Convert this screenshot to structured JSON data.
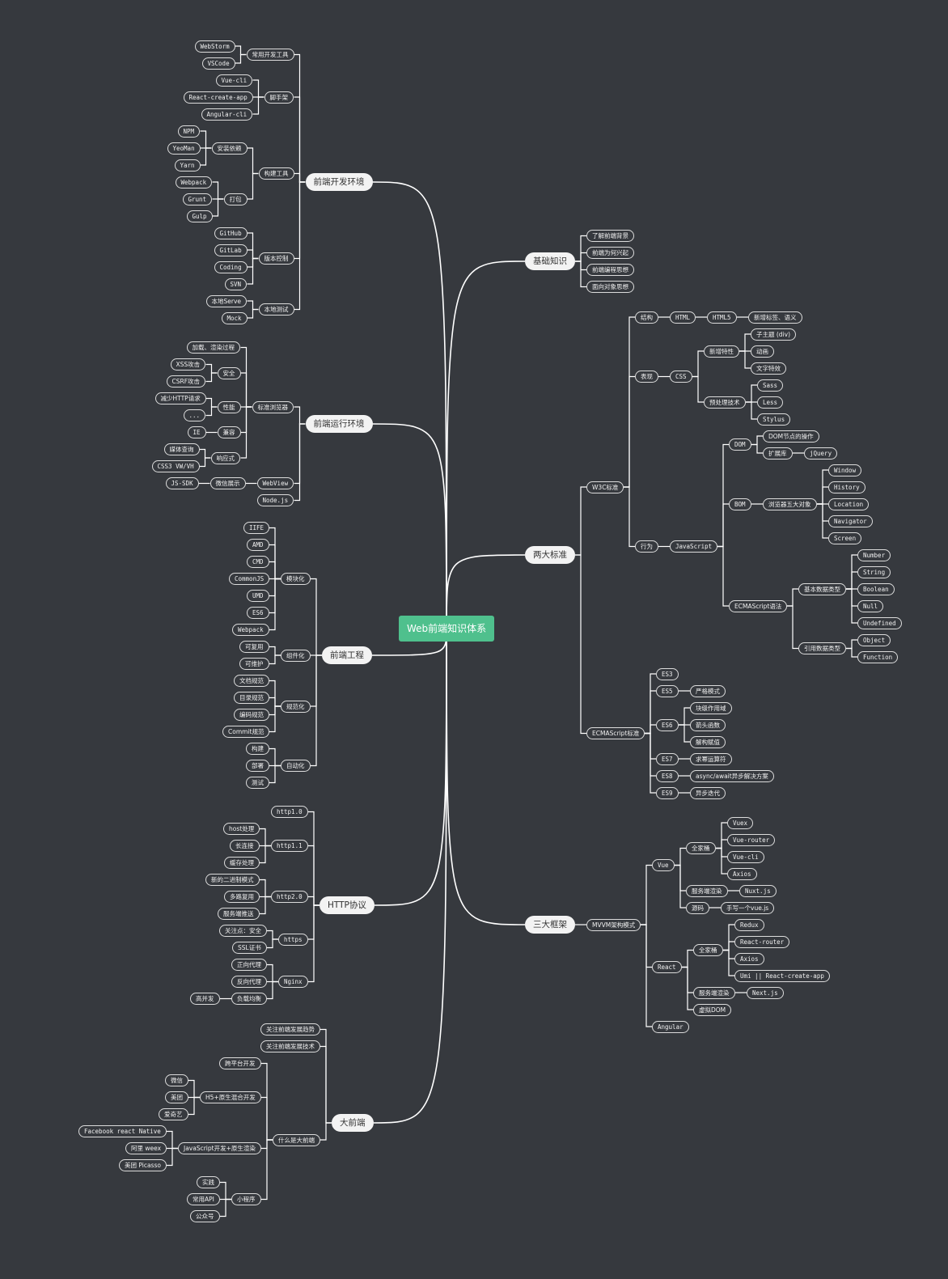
{
  "root": "Web前端知识体系",
  "colors": {
    "background": "#36393e",
    "root": "#4fc08d",
    "main_node": "#f3f3f3",
    "line": "#ffffff"
  },
  "branches": [
    {
      "label": "前端开发环境",
      "children": [
        {
          "label": "常用开发工具",
          "children": [
            {
              "label": "WebStorm"
            },
            {
              "label": "VSCode"
            }
          ]
        },
        {
          "label": "脚手架",
          "children": [
            {
              "label": "Vue-cli"
            },
            {
              "label": "React-create-app"
            },
            {
              "label": "Angular-cli"
            }
          ]
        },
        {
          "label": "构建工具",
          "children": [
            {
              "label": "安装依赖",
              "children": [
                {
                  "label": "NPM"
                },
                {
                  "label": "YeoMan"
                },
                {
                  "label": "Yarn"
                }
              ]
            },
            {
              "label": "打包",
              "children": [
                {
                  "label": "Webpack"
                },
                {
                  "label": "Grunt"
                },
                {
                  "label": "Gulp"
                }
              ]
            }
          ]
        },
        {
          "label": "版本控制",
          "children": [
            {
              "label": "GitHub"
            },
            {
              "label": "GitLab"
            },
            {
              "label": "Coding"
            },
            {
              "label": "SVN"
            }
          ]
        },
        {
          "label": "本地测试",
          "children": [
            {
              "label": "本地Serve"
            },
            {
              "label": "Mock"
            }
          ]
        }
      ]
    },
    {
      "label": "前端运行环境",
      "children": [
        {
          "label": "标准浏览器",
          "children": [
            {
              "label": "加载、渲染过程"
            },
            {
              "label": "安全",
              "children": [
                {
                  "label": "XSS攻击"
                },
                {
                  "label": "CSRF攻击"
                }
              ]
            },
            {
              "label": "性能",
              "children": [
                {
                  "label": "减少HTTP请求"
                },
                {
                  "label": "..."
                }
              ]
            },
            {
              "label": "兼容",
              "children": [
                {
                  "label": "IE"
                }
              ]
            },
            {
              "label": "响应式",
              "children": [
                {
                  "label": "媒体查询"
                },
                {
                  "label": "CSS3 VW/VH"
                }
              ]
            }
          ]
        },
        {
          "label": "WebView",
          "children": [
            {
              "label": "微信展示",
              "children": [
                {
                  "label": "JS-SDK"
                }
              ]
            }
          ]
        },
        {
          "label": "Node.js"
        }
      ]
    },
    {
      "label": "前端工程",
      "children": [
        {
          "label": "模块化",
          "children": [
            {
              "label": "IIFE"
            },
            {
              "label": "AMD"
            },
            {
              "label": "CMD"
            },
            {
              "label": "CommonJS"
            },
            {
              "label": "UMD"
            },
            {
              "label": "ES6"
            },
            {
              "label": "Webpack"
            }
          ]
        },
        {
          "label": "组件化",
          "children": [
            {
              "label": "可复用"
            },
            {
              "label": "可维护"
            }
          ]
        },
        {
          "label": "规范化",
          "children": [
            {
              "label": "文档规范"
            },
            {
              "label": "目录规范"
            },
            {
              "label": "编码规范"
            },
            {
              "label": "Commit规范"
            }
          ]
        },
        {
          "label": "自动化",
          "children": [
            {
              "label": "构建"
            },
            {
              "label": "部署"
            },
            {
              "label": "测试"
            }
          ]
        }
      ]
    },
    {
      "label": "HTTP协议",
      "children": [
        {
          "label": "http1.0"
        },
        {
          "label": "http1.1",
          "children": [
            {
              "label": "host处理"
            },
            {
              "label": "长连接"
            },
            {
              "label": "缓存处理"
            }
          ]
        },
        {
          "label": "http2.0",
          "children": [
            {
              "label": "新的二进制模式"
            },
            {
              "label": "多路复用"
            },
            {
              "label": "服务端推送"
            }
          ]
        },
        {
          "label": "https",
          "children": [
            {
              "label": "关注点：安全"
            },
            {
              "label": "SSL证书"
            }
          ]
        },
        {
          "label": "Nginx",
          "children": [
            {
              "label": "正向代理"
            },
            {
              "label": "反向代理"
            },
            {
              "label": "负载均衡",
              "children": [
                {
                  "label": "高并发"
                }
              ]
            }
          ]
        }
      ]
    },
    {
      "label": "大前端",
      "children": [
        {
          "label": "关注前端发展趋势"
        },
        {
          "label": "关注前端发展技术"
        },
        {
          "label": "什么是大前端",
          "children": [
            {
              "label": "跨平台开发"
            },
            {
              "label": "H5+原生混合开发",
              "children": [
                {
                  "label": "微信"
                },
                {
                  "label": "美团"
                },
                {
                  "label": "爱奇艺"
                }
              ]
            },
            {
              "label": "JavaScript开发+原生渲染",
              "children": [
                {
                  "label": "Facebook react Native"
                },
                {
                  "label": "阿里 weex"
                },
                {
                  "label": "美团 Picasso"
                }
              ]
            },
            {
              "label": "小程序",
              "children": [
                {
                  "label": "实践"
                },
                {
                  "label": "常用API"
                },
                {
                  "label": "公众号"
                }
              ]
            }
          ]
        }
      ]
    },
    {
      "label": "基础知识",
      "children": [
        {
          "label": "了解前端背景"
        },
        {
          "label": "前端为何兴起"
        },
        {
          "label": "前端编程思想"
        },
        {
          "label": "面向对象思想"
        }
      ]
    },
    {
      "label": "两大标准",
      "children": [
        {
          "label": "W3C标准",
          "children": [
            {
              "label": "结构",
              "children": [
                {
                  "label": "HTML",
                  "children": [
                    {
                      "label": "HTML5",
                      "children": [
                        {
                          "label": "新增标签、语义"
                        }
                      ]
                    }
                  ]
                }
              ]
            },
            {
              "label": "表现",
              "children": [
                {
                  "label": "CSS",
                  "children": [
                    {
                      "label": "新增特性",
                      "children": [
                        {
                          "label": "子主题 (div)"
                        },
                        {
                          "label": "动画"
                        },
                        {
                          "label": "文字特效"
                        }
                      ]
                    },
                    {
                      "label": "预处理技术",
                      "children": [
                        {
                          "label": "Sass"
                        },
                        {
                          "label": "Less"
                        },
                        {
                          "label": "Stylus"
                        }
                      ]
                    }
                  ]
                }
              ]
            },
            {
              "label": "行为",
              "children": [
                {
                  "label": "JavaScript",
                  "children": [
                    {
                      "label": "DOM",
                      "children": [
                        {
                          "label": "DOM节点的操作"
                        },
                        {
                          "label": "扩展库",
                          "children": [
                            {
                              "label": "jQuery"
                            }
                          ]
                        }
                      ]
                    },
                    {
                      "label": "BOM",
                      "children": [
                        {
                          "label": "浏览器五大对象",
                          "children": [
                            {
                              "label": "Window"
                            },
                            {
                              "label": "History"
                            },
                            {
                              "label": "Location"
                            },
                            {
                              "label": "Navigator"
                            },
                            {
                              "label": "Screen"
                            }
                          ]
                        }
                      ]
                    },
                    {
                      "label": "ECMAScript语法",
                      "children": [
                        {
                          "label": "基本数据类型",
                          "children": [
                            {
                              "label": "Number"
                            },
                            {
                              "label": "String"
                            },
                            {
                              "label": "Boolean"
                            },
                            {
                              "label": "Null"
                            },
                            {
                              "label": "Undefined"
                            }
                          ]
                        },
                        {
                          "label": "引用数据类型",
                          "children": [
                            {
                              "label": "Object"
                            },
                            {
                              "label": "Function"
                            }
                          ]
                        }
                      ]
                    }
                  ]
                }
              ]
            }
          ]
        },
        {
          "label": "ECMAScript标准",
          "children": [
            {
              "label": "ES3"
            },
            {
              "label": "ES5",
              "children": [
                {
                  "label": "严格模式"
                }
              ]
            },
            {
              "label": "ES6",
              "children": [
                {
                  "label": "块级作用域"
                },
                {
                  "label": "箭头函数"
                },
                {
                  "label": "解构赋值"
                }
              ]
            },
            {
              "label": "ES7",
              "children": [
                {
                  "label": "求幂运算符"
                }
              ]
            },
            {
              "label": "ES8",
              "children": [
                {
                  "label": "async/await异步解决方案"
                }
              ]
            },
            {
              "label": "ES9",
              "children": [
                {
                  "label": "异步迭代"
                }
              ]
            }
          ]
        }
      ]
    },
    {
      "label": "三大框架",
      "children": [
        {
          "label": "MVVM架构模式",
          "children": [
            {
              "label": "Vue",
              "children": [
                {
                  "label": "全家桶",
                  "children": [
                    {
                      "label": "Vuex"
                    },
                    {
                      "label": "Vue-router"
                    },
                    {
                      "label": "Vue-cli"
                    },
                    {
                      "label": "Axios"
                    }
                  ]
                },
                {
                  "label": "服务端渲染",
                  "children": [
                    {
                      "label": "Nuxt.js"
                    }
                  ]
                },
                {
                  "label": "源码",
                  "children": [
                    {
                      "label": "手写一个vue.js"
                    }
                  ]
                }
              ]
            },
            {
              "label": "React",
              "children": [
                {
                  "label": "全家桶",
                  "children": [
                    {
                      "label": "Redux"
                    },
                    {
                      "label": "React-router"
                    },
                    {
                      "label": "Axios"
                    },
                    {
                      "label": "Umi || React-create-app"
                    }
                  ]
                },
                {
                  "label": "服务端渲染",
                  "children": [
                    {
                      "label": "Next.js"
                    }
                  ]
                },
                {
                  "label": "虚拟DOM"
                }
              ]
            },
            {
              "label": "Angular"
            }
          ]
        }
      ]
    }
  ]
}
